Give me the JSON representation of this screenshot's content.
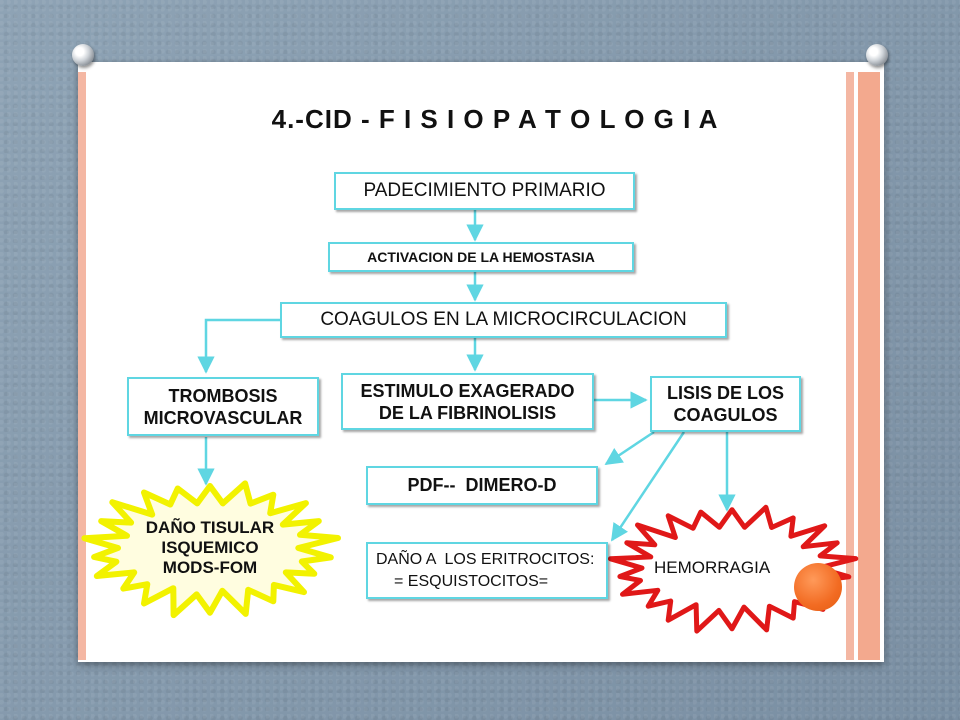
{
  "title": "4.-CID - F I S I O P A T O L O G I A",
  "nodes": {
    "padecimiento": "PADECIMIENTO PRIMARIO",
    "activacion": "ACTIVACION DE LA HEMOSTASIA",
    "coagulos": "COAGULOS EN LA MICROCIRCULACION",
    "trombosis_l1": "TROMBOSIS",
    "trombosis_l2": "MICROVASCULAR",
    "estimulo_l1": "ESTIMULO EXAGERADO",
    "estimulo_l2": "DE LA FIBRINOLISIS",
    "lisis_l1": "LISIS DE LOS",
    "lisis_l2": "COAGULOS",
    "pdf": "PDF--  DIMERO-D",
    "dano_eri_l1": "DAÑO A  LOS ERITROCITOS:",
    "dano_eri_l2": "= ESQUISTOCITOS=",
    "dano_tis_l1": "DAÑO TISULAR",
    "dano_tis_l2": "ISQUEMICO",
    "dano_tis_l3": "MODS-FOM",
    "hemorragia": "HEMORRAGIA"
  },
  "colors": {
    "box_border": "#5fd6e2",
    "arrow": "#5fd6e2",
    "burst_yellow_fill": "#fffde0",
    "burst_yellow_edge": "#f2f200",
    "burst_red_edge": "#e01818",
    "accent_orange": "#f26b22"
  }
}
